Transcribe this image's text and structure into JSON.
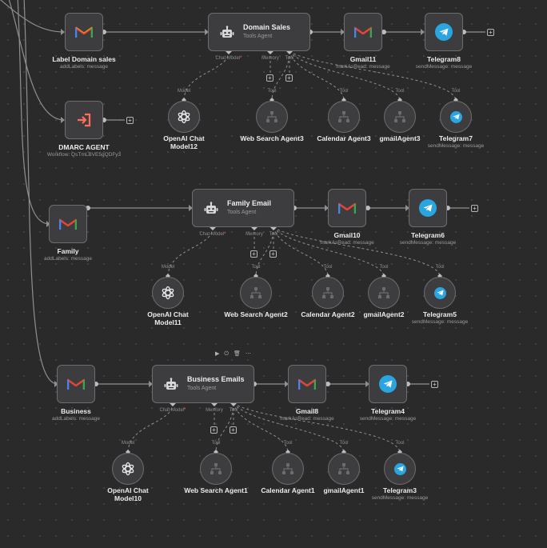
{
  "app": "Workflow editor",
  "toolbar_icons": [
    "play-icon",
    "power-icon",
    "trash-icon",
    "more-icon"
  ],
  "top_nodes": [
    {
      "title": "Label Domain sales",
      "subtitle": "addLabels: message"
    },
    {
      "title": "DMARC AGENT",
      "subtitle": "Workflow: QsTmLBVE5gQDFy3"
    }
  ],
  "rows": [
    {
      "trigger": null,
      "agent": {
        "title": "Domain Sales",
        "subtitle": "Tools Agent"
      },
      "gmail": {
        "title": "Gmail11",
        "subtitle": "markAsRead: message"
      },
      "telegram": {
        "title": "Telegram8",
        "subtitle": "sendMessage: message"
      },
      "ports": {
        "chat_model": "Chat Model",
        "memory": "Memory",
        "tool": "Tool",
        "required": "*"
      },
      "sub_nodes": [
        {
          "port": "Model",
          "title": "OpenAI Chat",
          "title2": "Model12",
          "subtitle": ""
        },
        {
          "port": "Tool",
          "title": "Web Search Agent3",
          "title2": "",
          "subtitle": ""
        },
        {
          "port": "Tool",
          "title": "Calendar Agent3",
          "title2": "",
          "subtitle": ""
        },
        {
          "port": "Tool",
          "title": "gmailAgent3",
          "title2": "",
          "subtitle": ""
        },
        {
          "port": "Tool",
          "title": "Telegram7",
          "title2": "",
          "subtitle": "sendMessage: message"
        }
      ]
    },
    {
      "trigger": {
        "title": "Family",
        "subtitle": "addLabels: message"
      },
      "agent": {
        "title": "Family Email",
        "subtitle": "Tools Agent"
      },
      "gmail": {
        "title": "Gmail10",
        "subtitle": "markAsRead: message"
      },
      "telegram": {
        "title": "Telegram6",
        "subtitle": "sendMessage: message"
      },
      "ports": {
        "chat_model": "Chat Model",
        "memory": "Memory",
        "tool": "Tool",
        "required": "*"
      },
      "sub_nodes": [
        {
          "port": "Model",
          "title": "OpenAI Chat",
          "title2": "Model11",
          "subtitle": ""
        },
        {
          "port": "Tool",
          "title": "Web Search Agent2",
          "title2": "",
          "subtitle": ""
        },
        {
          "port": "Tool",
          "title": "Calendar Agent2",
          "title2": "",
          "subtitle": ""
        },
        {
          "port": "Tool",
          "title": "gmailAgent2",
          "title2": "",
          "subtitle": ""
        },
        {
          "port": "Tool",
          "title": "Telegram5",
          "title2": "",
          "subtitle": "sendMessage: message"
        }
      ]
    },
    {
      "trigger": {
        "title": "Business",
        "subtitle": "addLabels: message"
      },
      "agent": {
        "title": "Business Emails",
        "subtitle": "Tools Agent"
      },
      "gmail": {
        "title": "Gmail8",
        "subtitle": "markAsRead: message"
      },
      "telegram": {
        "title": "Telegram4",
        "subtitle": "sendMessage: message"
      },
      "ports": {
        "chat_model": "Chat Model",
        "memory": "Memory",
        "tool": "Tool",
        "required": "*"
      },
      "sub_nodes": [
        {
          "port": "Model",
          "title": "OpenAI Chat",
          "title2": "Model10",
          "subtitle": ""
        },
        {
          "port": "Tool",
          "title": "Web Search Agent1",
          "title2": "",
          "subtitle": ""
        },
        {
          "port": "Tool",
          "title": "Calendar Agent1",
          "title2": "",
          "subtitle": ""
        },
        {
          "port": "Tool",
          "title": "gmailAgent1",
          "title2": "",
          "subtitle": ""
        },
        {
          "port": "Tool",
          "title": "Telegram3",
          "title2": "",
          "subtitle": "sendMessage: message"
        }
      ]
    }
  ],
  "colors": {
    "canvas": "#2a2a2b",
    "node": "#3d3d3f",
    "border": "#6d6d70",
    "wire": "#8f8f92",
    "telegram": "#2aa5e0",
    "required": "#ff6d6d",
    "dmarc": "#ff6d5a"
  }
}
